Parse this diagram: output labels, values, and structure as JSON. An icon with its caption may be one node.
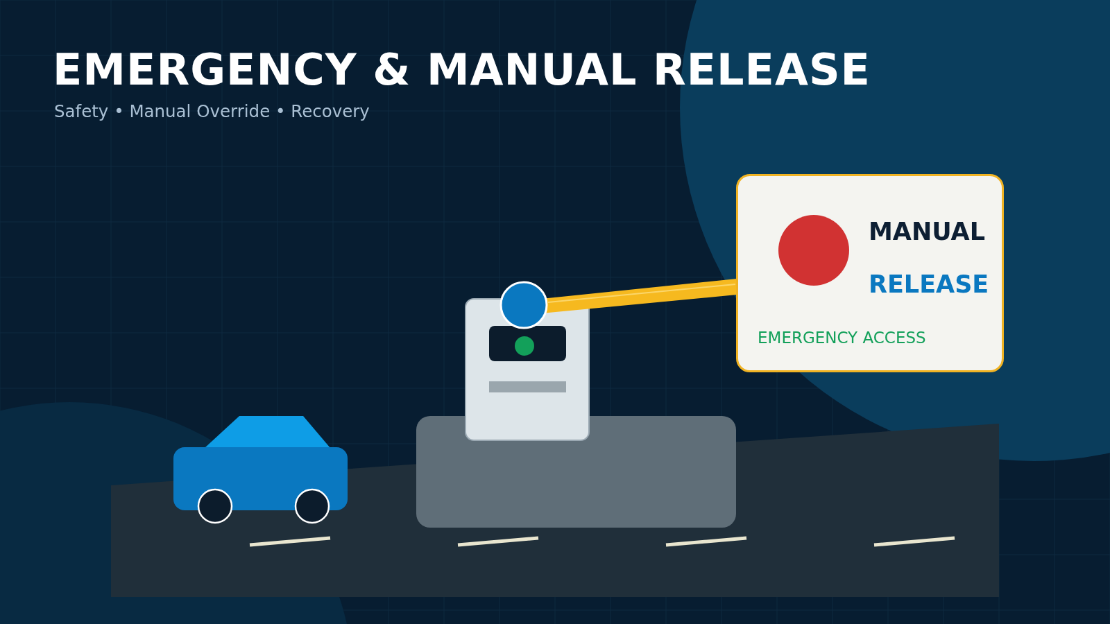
{
  "diagram": {
    "title": "EMERGENCY & MANUAL RELEASE",
    "nodes": [
      {
        "text": [
          "MANUAL",
          "RELEASE",
          "EMERGENCY ACCESS"
        ]
      }
    ],
    "labels": [
      "Safety • Manual Override • Recovery"
    ]
  }
}
